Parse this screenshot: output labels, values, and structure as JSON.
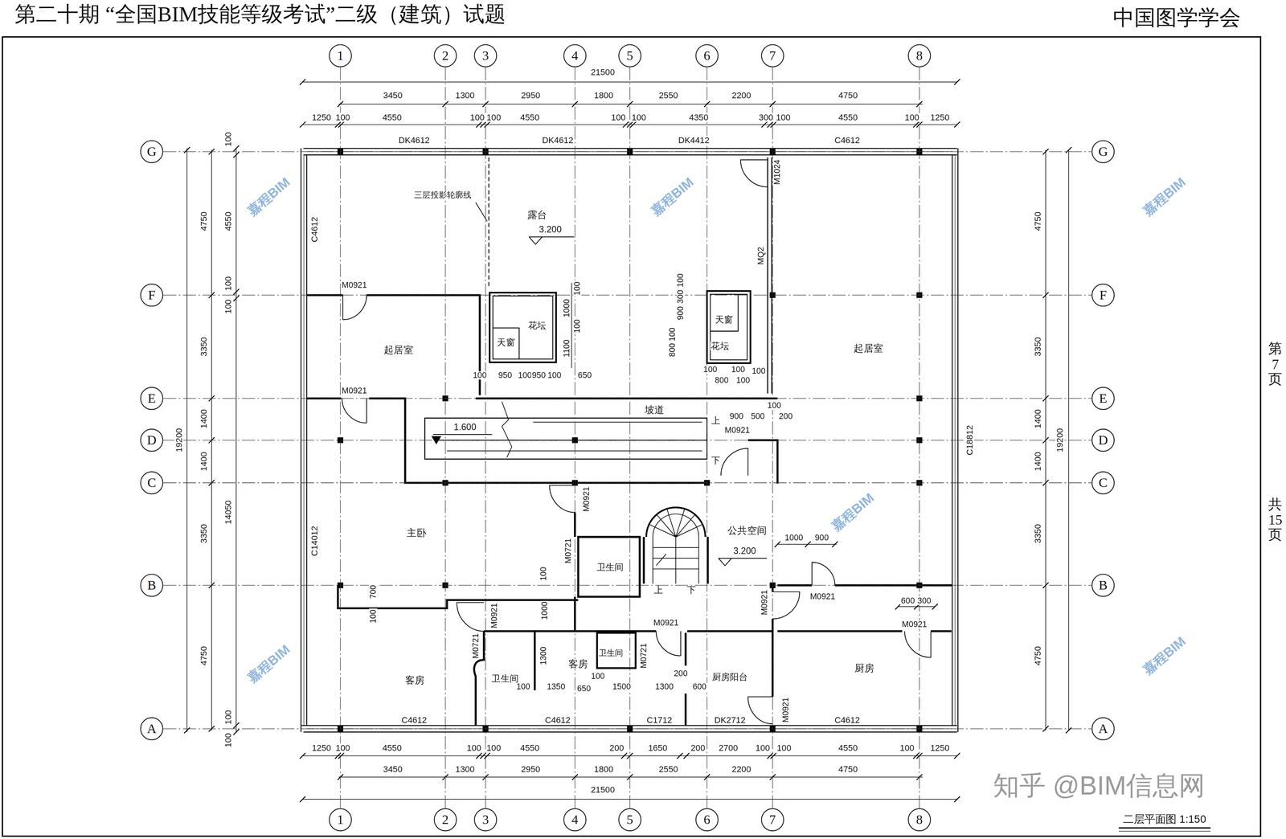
{
  "diagram": {
    "title": "第二十期 “全国BIM技能等级考试”二级（建筑）试题",
    "caption": "二层平面图 1:150",
    "nodes": [
      {
        "text": [
          "1"
        ]
      },
      {
        "text": [
          "2"
        ]
      },
      {
        "text": [
          "3"
        ]
      },
      {
        "text": [
          "4"
        ]
      },
      {
        "text": [
          "5"
        ]
      },
      {
        "text": [
          "6"
        ]
      },
      {
        "text": [
          "7"
        ]
      },
      {
        "text": [
          "8"
        ]
      },
      {
        "text": [
          "G"
        ]
      },
      {
        "text": [
          "G"
        ]
      },
      {
        "text": [
          "F"
        ]
      },
      {
        "text": [
          "F"
        ]
      },
      {
        "text": [
          "E"
        ]
      },
      {
        "text": [
          "E"
        ]
      },
      {
        "text": [
          "D"
        ]
      },
      {
        "text": [
          "D"
        ]
      },
      {
        "text": [
          "C"
        ]
      },
      {
        "text": [
          "C"
        ]
      },
      {
        "text": [
          "B"
        ]
      },
      {
        "text": [
          "B"
        ]
      },
      {
        "text": [
          "A"
        ]
      },
      {
        "text": [
          "A"
        ]
      },
      {
        "text": [
          "1"
        ]
      },
      {
        "text": [
          "2"
        ]
      },
      {
        "text": [
          "3"
        ]
      },
      {
        "text": [
          "4"
        ]
      },
      {
        "text": [
          "5"
        ]
      },
      {
        "text": [
          "6"
        ]
      },
      {
        "text": [
          "7"
        ]
      },
      {
        "text": [
          "8"
        ]
      }
    ],
    "edges": [
      {
        "from": 0,
        "to": 22,
        "arrow": "none"
      },
      {
        "from": 1,
        "to": 23,
        "arrow": "none"
      },
      {
        "from": 2,
        "to": 24,
        "arrow": "none"
      },
      {
        "from": 3,
        "to": 25,
        "arrow": "none"
      },
      {
        "from": 4,
        "to": 26,
        "arrow": "none"
      },
      {
        "from": 5,
        "to": 27,
        "arrow": "none"
      },
      {
        "from": 6,
        "to": 28,
        "arrow": "none"
      },
      {
        "from": 7,
        "to": 29,
        "arrow": "none"
      },
      {
        "from": 8,
        "to": 9,
        "arrow": "none"
      },
      {
        "from": 10,
        "to": 11,
        "arrow": "none"
      },
      {
        "from": 12,
        "to": 13,
        "arrow": "none"
      },
      {
        "from": 14,
        "to": 15,
        "arrow": "none"
      },
      {
        "from": 16,
        "to": 17,
        "arrow": "none"
      },
      {
        "from": 18,
        "to": 19,
        "arrow": "none"
      },
      {
        "from": 20,
        "to": 21,
        "arrow": "none"
      }
    ],
    "labels": [
      "中国图学学会",
      "第7页",
      "共15页",
      "21500",
      "3450",
      "1300",
      "2950",
      "1800",
      "2550",
      "2200",
      "4750",
      "1250",
      "100",
      "4550",
      "100",
      "100",
      "4550",
      "100",
      "100",
      "4350",
      "300",
      "100",
      "4550",
      "100",
      "1250",
      "DK4612",
      "DK4612",
      "DK4412",
      "C4612",
      "C4612",
      "C14012",
      "C18812",
      "C4612",
      "C4612",
      "C1712",
      "DK2712",
      "C4612",
      "1250",
      "100",
      "4550",
      "100",
      "100",
      "4550",
      "200",
      "1650",
      "200",
      "2700",
      "100",
      "100",
      "4550",
      "100",
      "1250",
      "3450",
      "1300",
      "2950",
      "1800",
      "2550",
      "2200",
      "4750",
      "21500",
      "19200",
      "4750",
      "3350",
      "1400",
      "1400",
      "3350",
      "4750",
      "100",
      "4550",
      "100",
      "100",
      "14050",
      "100",
      "100",
      "4750",
      "3350",
      "1400",
      "1400",
      "3350",
      "4750",
      "19200",
      "M1024",
      "MQ2",
      "M0921",
      "M0921",
      "M0921",
      "M0921",
      "M0721",
      "M0921",
      "M0721",
      "M0921",
      "M0721",
      "M0921",
      "M0921",
      "M0921",
      "M0921",
      "三层投影轮廓线",
      "露台",
      "3.200",
      "起居室",
      "起居室",
      "花坛",
      "天窗",
      "天窗",
      "花坛",
      "坡道",
      "1.600",
      "上",
      "下",
      "主卧",
      "公共空间",
      "3.200",
      "卫生间",
      "上",
      "下",
      "客房",
      "卫生间",
      "客房",
      "卫生间",
      "厨房阳台",
      "厨房",
      "100",
      "1000",
      "100",
      "1100",
      "100",
      "950",
      "100",
      "950",
      "100",
      "650",
      "100",
      "300",
      "900",
      "100",
      "800",
      "100",
      "100",
      "100",
      "800",
      "100",
      "900",
      "500",
      "100",
      "200",
      "1000",
      "900",
      "700",
      "100",
      "100",
      "1000",
      "1300",
      "600",
      "300",
      "100",
      "1350",
      "650",
      "100",
      "1500",
      "1300",
      "200",
      "600",
      "嘉程BIM",
      "嘉程BIM",
      "嘉程BIM",
      "嘉程BIM",
      "嘉程BIM",
      "嘉程BIM",
      "知乎 @BIM信息网"
    ]
  }
}
